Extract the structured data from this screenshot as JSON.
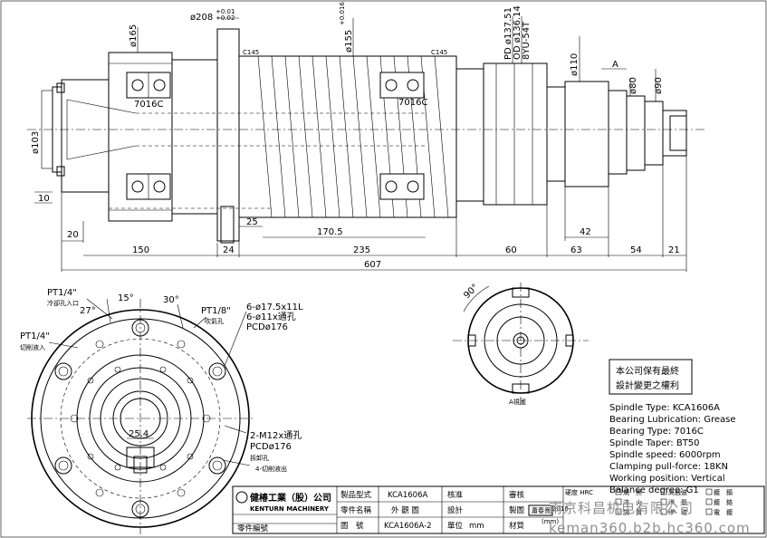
{
  "dimensions": {
    "d208": "ø208",
    "d208_tol_upper": "+0.01",
    "d208_tol_lower": "+0.02",
    "d165": "ø165",
    "d155": "ø155",
    "d155_tol": "+0.016",
    "d155_2": "ø136.14",
    "pd": "PD ø137.51",
    "od": "OD ø136.14",
    "belt": "8YU-54T",
    "d110": "ø110",
    "d80": "ø80",
    "d90": "ø90",
    "d103": "ø103",
    "a_mark": "A",
    "c145_left": "C145",
    "c145_right": "C145",
    "len_10": "10",
    "len_20": "20",
    "len_150": "150",
    "len_24": "24",
    "len_25": "25",
    "len_170_5": "170.5",
    "len_235": "235",
    "len_60": "60",
    "len_63": "63",
    "len_42": "42",
    "len_54": "54",
    "len_21": "21",
    "len_607": "607"
  },
  "bearings": {
    "front": "7016C",
    "rear": "7016C"
  },
  "front_view": {
    "pt_coolant": "PT1/4\"",
    "pt_coolant_label": "冷卻孔入口",
    "pt_air": "PT1/8\"",
    "pt_air_label": "吹氣孔",
    "pt_cut": "PT1/4\"",
    "pt_cut_label": "切削液入",
    "ang_27": "27°",
    "ang_15": "15°",
    "ang_30": "30°",
    "holes_1": "6-ø17.5x11L",
    "holes_2": "6-ø11x通孔",
    "pcd176": "PCDø176",
    "m12": "2-M12x通孔",
    "pcd176_b": "PCDø176",
    "m12_label": "拆卸孔",
    "outlet": "4-切削液出",
    "dim_25_4": "25.4"
  },
  "side_view": {
    "angle": "90°",
    "label": "A視圖"
  },
  "notice": {
    "line1": "本公司保有最終",
    "line2": "設計變更之權利"
  },
  "specs": [
    "Spindle Type: KCA1606A",
    "Bearing Lubrication: Grease",
    "Bearing Type: 7016C",
    "Spindle Taper: BT50",
    "Spindle speed: 6000rpm",
    "Clamping pull-force: 18KN",
    "Working position: Vertical",
    "Balance degree: G1"
  ],
  "title_block": {
    "company_cn": "健椿工業（股）公司",
    "company_en": "KENTURN MACHINERY",
    "part_no_label": "零件編號",
    "model_label": "製品型式",
    "model_value": "KCA1606A",
    "name_label": "零件名稱",
    "name_value": "外 觀 圖",
    "drawing_no_label": "圖　號",
    "drawing_no_value": "KCA1606A-2",
    "check_label": "核准",
    "review_label": "審核",
    "design_label": "設計",
    "draw_label": "製圖",
    "drafter": "蕭春熹",
    "date": "2018",
    "unit_label": "單位",
    "unit_value": "mm",
    "scale_label": "(mm)",
    "material_label": "材質",
    "hardness_label": "硬度 HRC",
    "treatment_options": [
      "燒　黑",
      "高週波",
      "鍍　鎘",
      "淬　火",
      "滲　氮",
      "鍍　鉻",
      "調　質",
      "滲　碳",
      "電　鍍"
    ]
  },
  "watermark": {
    "line1": "南京科昌机电有限公司",
    "line2": "keman360.b2b.hc360.com"
  }
}
